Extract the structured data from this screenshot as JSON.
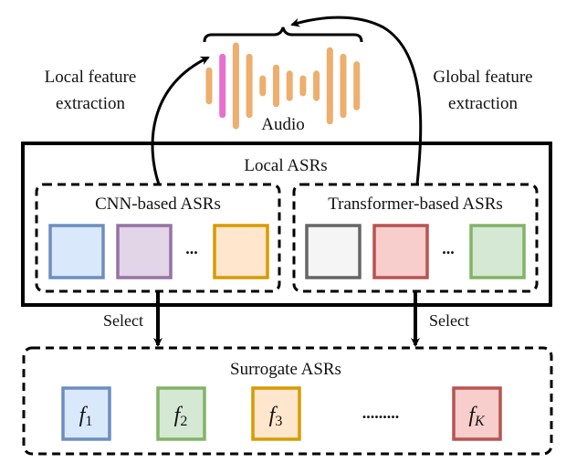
{
  "labels": {
    "audio": "Audio",
    "local_feature_line1": "Local feature",
    "local_feature_line2": "extraction",
    "global_feature_line1": "Global feature",
    "global_feature_line2": "extraction",
    "local_asrs": "Local ASRs",
    "cnn_group": "CNN-based ASRs",
    "transformer_group": "Transformer-based ASRs",
    "select_left": "Select",
    "select_right": "Select",
    "surrogate_asrs": "Surrogate ASRs",
    "ellipsis_short": "...",
    "ellipsis_long": "........."
  },
  "audio_waveform": {
    "bar_color": "#EDAE6E",
    "highlight_color": "#E86ECF",
    "highlight_index": 1,
    "relative_heights": [
      0.38,
      0.72,
      1.0,
      0.72,
      0.18,
      0.45,
      0.3,
      0.18,
      0.3,
      0.88,
      0.72,
      0.53
    ]
  },
  "cnn_models": [
    {
      "fill": "#DAE8FC",
      "stroke": "#6C8EBF"
    },
    {
      "fill": "#E1D5E7",
      "stroke": "#9673A6"
    },
    {
      "fill": "#FFE6CC",
      "stroke": "#D79B00"
    }
  ],
  "transformer_models": [
    {
      "fill": "#F5F5F5",
      "stroke": "#666666"
    },
    {
      "fill": "#F8CECC",
      "stroke": "#B85450"
    },
    {
      "fill": "#D5E8D4",
      "stroke": "#82B366"
    }
  ],
  "surrogates": [
    {
      "base": "f",
      "sub": "1",
      "fill": "#DAE8FC",
      "stroke": "#6C8EBF"
    },
    {
      "base": "f",
      "sub": "2",
      "fill": "#D5E8D4",
      "stroke": "#82B366"
    },
    {
      "base": "f",
      "sub": "3",
      "fill": "#FFE6CC",
      "stroke": "#D79B00"
    },
    {
      "base": "f",
      "sub": "K",
      "fill": "#F8CECC",
      "stroke": "#B85450"
    }
  ]
}
